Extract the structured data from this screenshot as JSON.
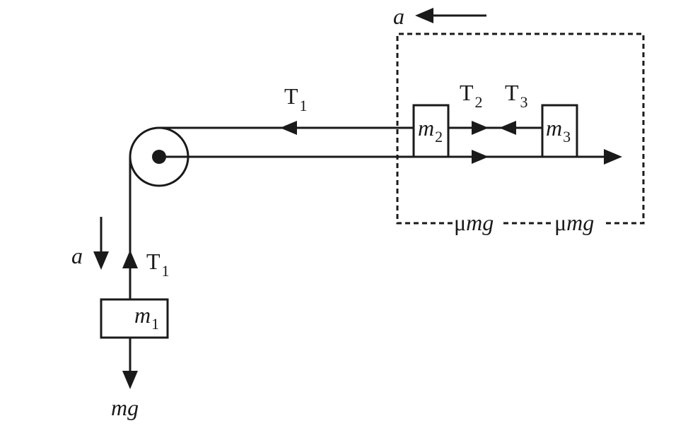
{
  "accel_top": "a",
  "accel_left": "a",
  "tension_1_top": {
    "base": "T",
    "sub": "1"
  },
  "tension_2": {
    "base": "T",
    "sub": "2"
  },
  "tension_3": {
    "base": "T",
    "sub": "3"
  },
  "tension_1_vertical": {
    "base": "T",
    "sub": "1"
  },
  "mass_1": {
    "base": "m",
    "sub": "1"
  },
  "mass_2": {
    "base": "m",
    "sub": "2"
  },
  "mass_3": {
    "base": "m",
    "sub": "3"
  },
  "friction_left": {
    "mu": "μ",
    "rest": "mg"
  },
  "friction_right": {
    "mu": "μ",
    "rest": "mg"
  },
  "weight_label": "mg"
}
